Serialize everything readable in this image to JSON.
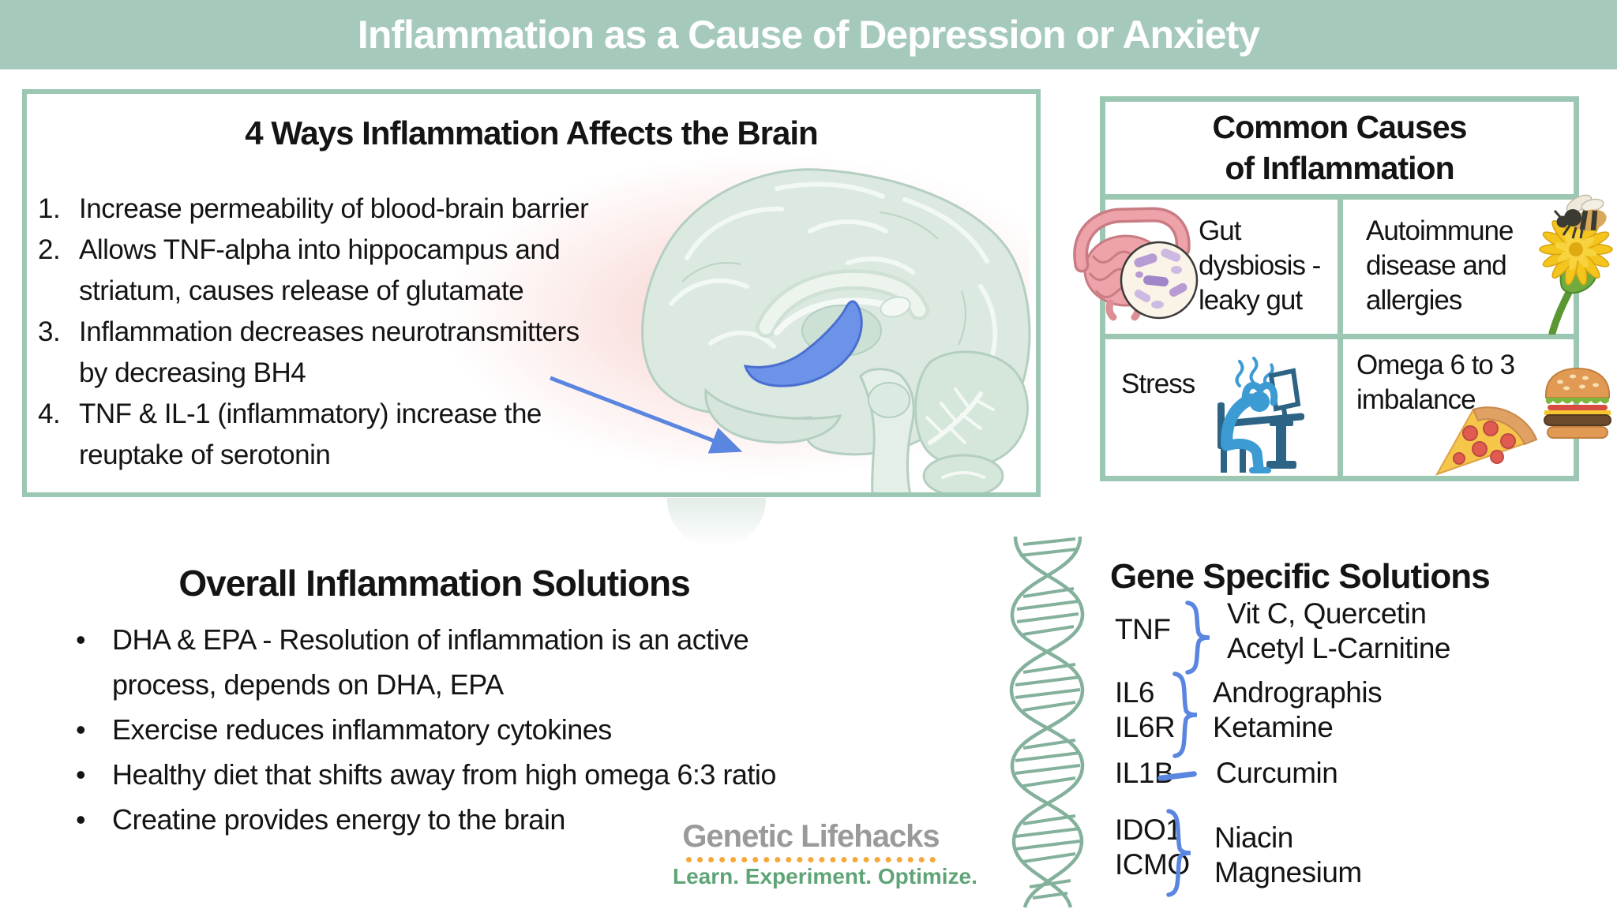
{
  "header": {
    "title": "Inflammation as a Cause of Depression or Anxiety"
  },
  "brain_box": {
    "title": "4 Ways Inflammation Affects the Brain",
    "items": [
      {
        "num": "1.",
        "lines": [
          "Increase permeability of blood-brain barrier"
        ]
      },
      {
        "num": "2.",
        "lines": [
          "Allows TNF-alpha into hippocampus and",
          "striatum, causes release of glutamate"
        ]
      },
      {
        "num": "3.",
        "lines": [
          "Inflammation decreases neurotransmitters",
          "by decreasing BH4"
        ]
      },
      {
        "num": "4.",
        "lines": [
          "TNF & IL-1 (inflammatory) increase the",
          "reuptake of serotonin"
        ]
      }
    ]
  },
  "causes_box": {
    "title_lines": [
      "Common Causes",
      "of Inflammation"
    ],
    "cells": [
      {
        "icon": "intestine-microbiome",
        "lines": [
          "Gut",
          "dysbiosis -",
          "leaky gut"
        ]
      },
      {
        "icon": "bee-on-flower",
        "lines": [
          "Autoimmune",
          "disease and",
          "allergies"
        ]
      },
      {
        "icon": "stressed-person-at-desk",
        "lines": [
          "Stress"
        ]
      },
      {
        "icon": "pizza-and-burger",
        "lines": [
          "Omega 6 to 3",
          "imbalance"
        ]
      }
    ]
  },
  "solutions": {
    "title": "Overall Inflammation Solutions",
    "items": [
      {
        "marker": "•",
        "lines": [
          "DHA & EPA - Resolution of inflammation is an active",
          "process, depends on DHA, EPA"
        ]
      },
      {
        "marker": "•",
        "lines": [
          "Exercise reduces inflammatory cytokines"
        ]
      },
      {
        "marker": "•",
        "lines": [
          "Healthy diet that shifts away from high omega 6:3 ratio"
        ]
      },
      {
        "marker": "•",
        "lines": [
          "Creatine provides energy to the brain"
        ]
      }
    ]
  },
  "gene_solutions": {
    "title": "Gene Specific Solutions",
    "rows": [
      {
        "genes": [
          "TNF"
        ],
        "connector": "brace",
        "solutions": [
          "Vit C, Quercetin",
          "Acetyl L-Carnitine"
        ]
      },
      {
        "genes": [
          "IL6",
          "IL6R"
        ],
        "connector": "brace",
        "solutions": [
          "Andrographis",
          "Ketamine"
        ]
      },
      {
        "genes": [
          "IL1B"
        ],
        "connector": "dash",
        "solutions": [
          "Curcumin"
        ]
      },
      {
        "genes": [
          "IDO1",
          "ICMO"
        ],
        "connector": "brace",
        "solutions": [
          "Niacin",
          "Magnesium"
        ]
      }
    ]
  },
  "logo": {
    "name": "Genetic Lifehacks",
    "tagline": "Learn. Experiment. Optimize."
  },
  "colors": {
    "header_bg": "#a5cabc",
    "box_border": "#9cc7b3",
    "accent_blue": "#5b86e0",
    "person_blue": "#3d9bd4",
    "furniture_blue": "#2d6486",
    "brain_fill": "#dbe9e1",
    "glow_pink": "#f6cbc7",
    "logo_gray": "#9a9a9a",
    "logo_green": "#5fa476",
    "logo_orange": "#f6a93b",
    "text": "#141414"
  }
}
